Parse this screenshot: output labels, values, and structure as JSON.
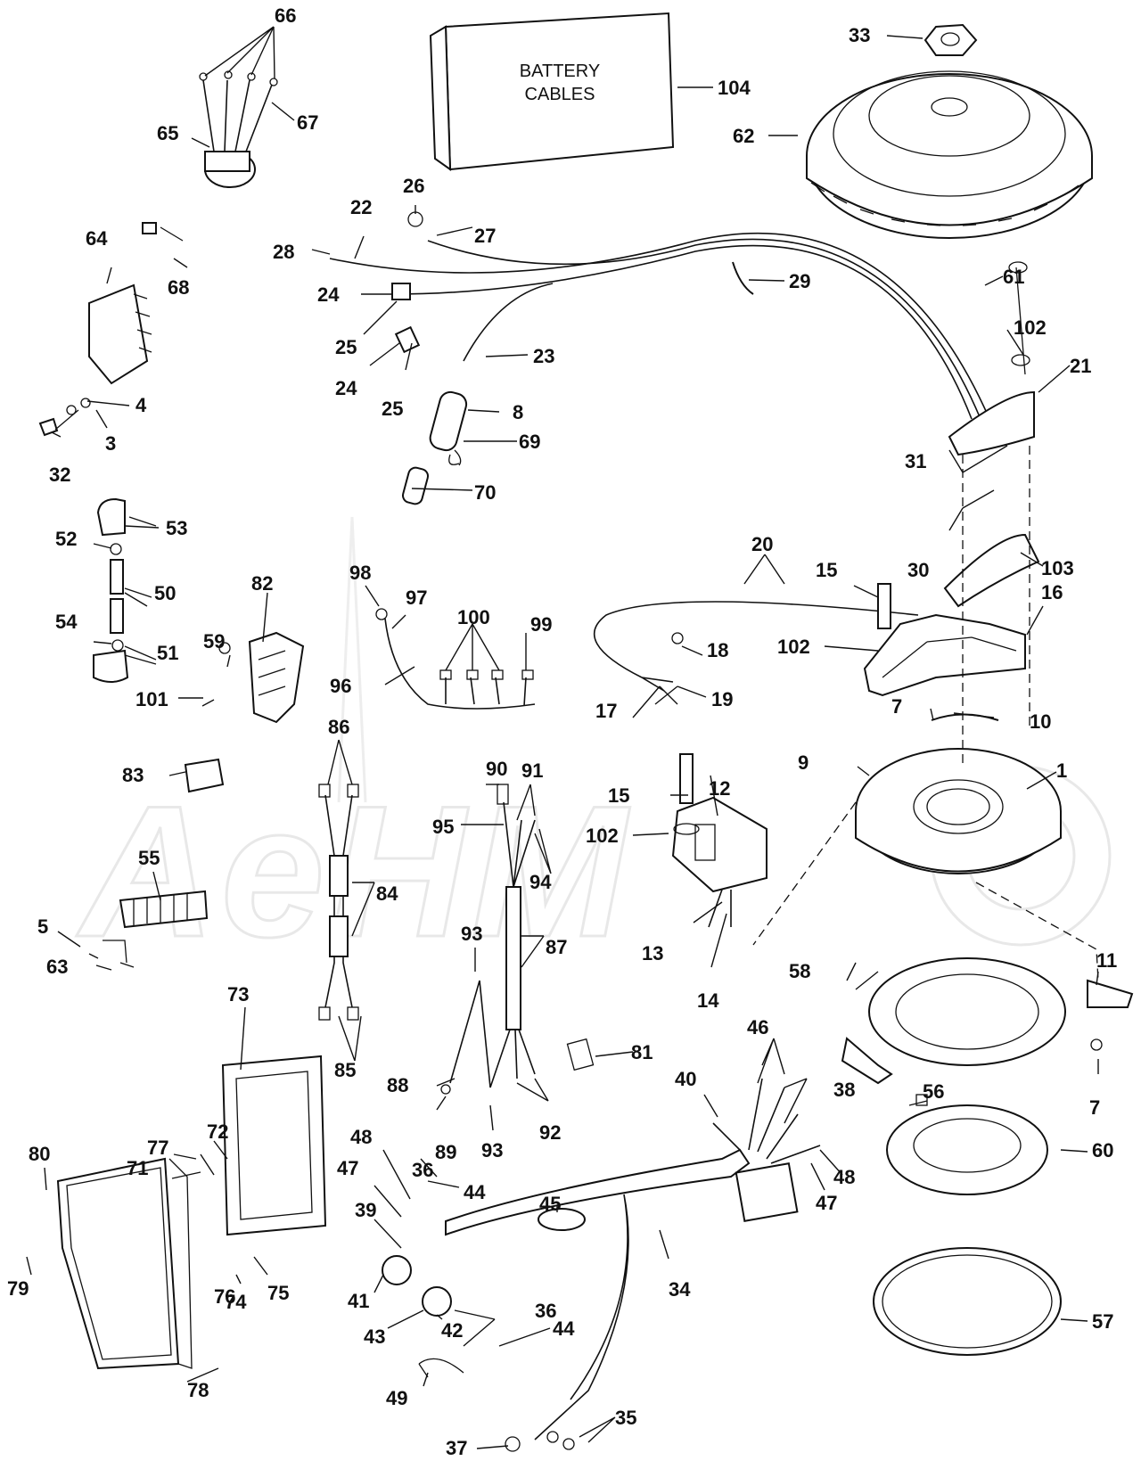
{
  "box_text": [
    "BATTERY",
    "CABLES"
  ],
  "watermark_text": "AeHM",
  "labels": [
    "1",
    "3",
    "4",
    "5",
    "7",
    "7",
    "8",
    "9",
    "10",
    "11",
    "12",
    "13",
    "14",
    "15",
    "15",
    "16",
    "17",
    "18",
    "19",
    "20",
    "21",
    "22",
    "23",
    "24",
    "24",
    "25",
    "25",
    "26",
    "27",
    "28",
    "29",
    "30",
    "31",
    "32",
    "33",
    "34",
    "35",
    "36",
    "36",
    "37",
    "38",
    "39",
    "40",
    "41",
    "42",
    "43",
    "44",
    "44",
    "45",
    "46",
    "47",
    "47",
    "48",
    "48",
    "49",
    "50",
    "51",
    "52",
    "53",
    "54",
    "55",
    "56",
    "57",
    "58",
    "59",
    "60",
    "61",
    "62",
    "63",
    "64",
    "65",
    "66",
    "67",
    "68",
    "69",
    "70",
    "71",
    "72",
    "73",
    "74",
    "75",
    "76",
    "77",
    "78",
    "79",
    "80",
    "81",
    "82",
    "83",
    "84",
    "85",
    "86",
    "87",
    "88",
    "89",
    "90",
    "91",
    "92",
    "93",
    "93",
    "94",
    "95",
    "96",
    "97",
    "98",
    "99",
    "100",
    "101",
    "102",
    "102",
    "102",
    "103",
    "104"
  ]
}
